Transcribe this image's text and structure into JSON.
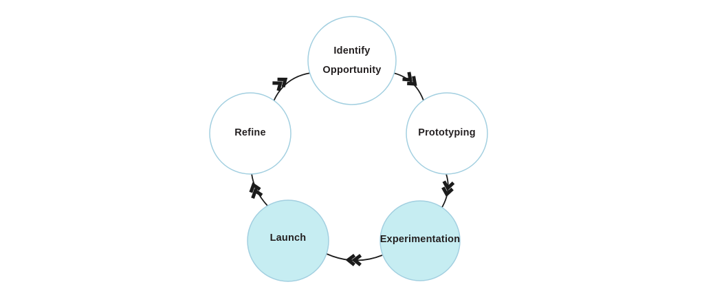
{
  "diagram": {
    "type": "cycle",
    "arrow_style": "double-chevron",
    "nodes": [
      {
        "id": "identify-opportunity",
        "label": "Identify Opportunity",
        "line1": "Identify",
        "line2": "Opportunity",
        "highlighted": false
      },
      {
        "id": "prototyping",
        "label": "Prototyping",
        "highlighted": false
      },
      {
        "id": "experimentation",
        "label": "Experimentation",
        "highlighted": true
      },
      {
        "id": "launch",
        "label": "Launch",
        "highlighted": true
      },
      {
        "id": "refine",
        "label": "Refine",
        "highlighted": false
      }
    ],
    "edges": [
      {
        "from": "refine",
        "to": "identify-opportunity"
      },
      {
        "from": "identify-opportunity",
        "to": "prototyping"
      },
      {
        "from": "prototyping",
        "to": "experimentation"
      },
      {
        "from": "experimentation",
        "to": "launch"
      },
      {
        "from": "launch",
        "to": "refine"
      }
    ],
    "colors": {
      "background": "#ffffff",
      "node_fill": "#ffffff",
      "node_fill_highlight": "#c6edf2",
      "node_stroke": "#a2cfe0",
      "arrow": "#1b1b1b",
      "label_text": "#231f20"
    }
  }
}
